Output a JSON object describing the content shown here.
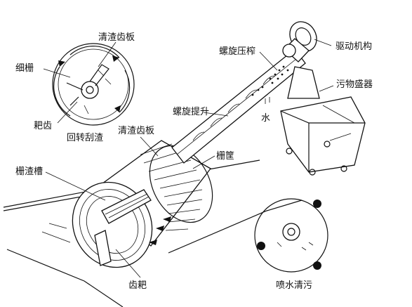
{
  "labels": {
    "rake_plate_top": "清渣齿板",
    "fine_screen": "细栅",
    "rake_teeth": "耙齿",
    "rotary_scraping": "回转刮渣",
    "screw_press": "螺旋压榨",
    "drive_mechanism": "驱动机构",
    "dirt_container": "污物盛器",
    "water": "水",
    "screw_lift": "螺旋提升",
    "rake_plate_mid": "清渣齿板",
    "screen_tube": "栅筐",
    "screenings_trough": "栅渣槽",
    "tooth_rake": "齿耙",
    "spray_cleaning": "喷水清污"
  }
}
